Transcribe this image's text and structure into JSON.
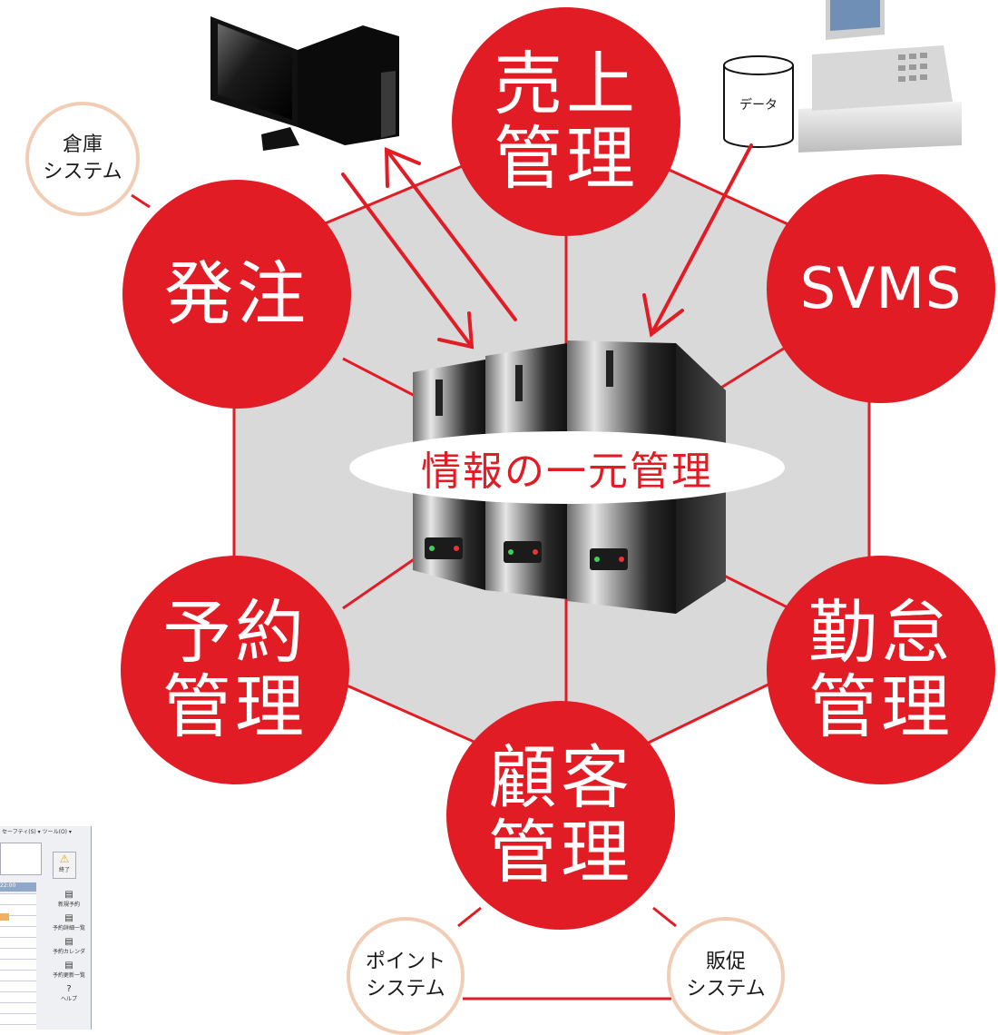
{
  "center": {
    "label": "情報の一元管理"
  },
  "nodes": {
    "sales": {
      "line1": "売上",
      "line2": "管理"
    },
    "order": {
      "line1": "発注"
    },
    "svms": {
      "line1": "SVMS"
    },
    "booking": {
      "line1": "予約",
      "line2": "管理"
    },
    "attendance": {
      "line1": "勤怠",
      "line2": "管理"
    },
    "customer": {
      "line1": "顧客",
      "line2": "管理"
    }
  },
  "satellites": {
    "warehouse": {
      "line1": "倉庫",
      "line2": "システム"
    },
    "points": {
      "line1": "ポイント",
      "line2": "システム"
    },
    "promo": {
      "line1": "販促",
      "line2": "システム"
    }
  },
  "data_cylinder": {
    "label": "データ"
  },
  "app_thumbnail": {
    "menu": "セーフティ(S) ▾ ツール(O) ▾",
    "exit_label": "終了",
    "time": "22:00",
    "buttons": [
      "新規予約",
      "予約詳細一覧",
      "予約カレンダ",
      "予約更新一覧",
      "ヘルプ"
    ]
  },
  "colors": {
    "accent_red": "#e11c25",
    "hexagon_gray": "#d9d9da",
    "satellite_border": "#f2cdb6"
  }
}
